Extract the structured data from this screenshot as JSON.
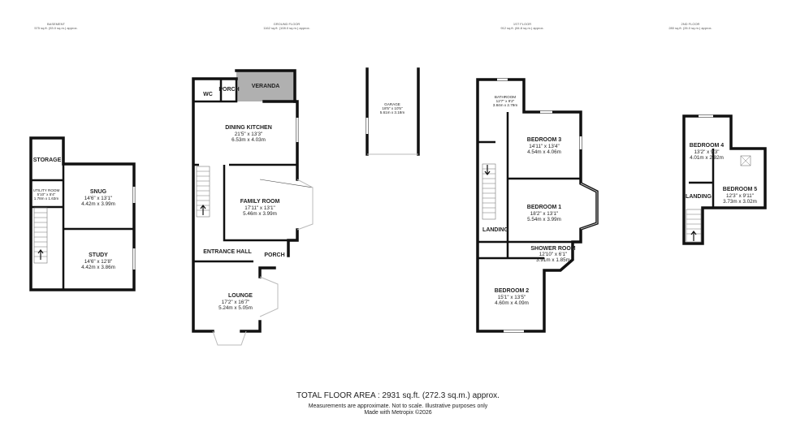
{
  "floors": {
    "basement": {
      "title": "BASEMENT",
      "area": "575 sq.ft. (53.0 sq.m.) approx."
    },
    "ground": {
      "title": "GROUND FLOOR",
      "area": "1162 sq.ft. (108.0 sq.m.) approx."
    },
    "first": {
      "title": "1ST FLOOR",
      "area": "912 sq.ft. (84.8 sq.m.) approx."
    },
    "second": {
      "title": "2ND FLOOR",
      "area": "280 sq.ft. (26.0 sq.m.) approx."
    }
  },
  "rooms": {
    "storage": {
      "name": "STORAGE"
    },
    "utility": {
      "name": "UTILITY ROOM",
      "imp": "5'10\" x 5'4\"",
      "met": "1.78m x 1.63m"
    },
    "snug": {
      "name": "SNUG",
      "imp": "14'6\" x 13'1\"",
      "met": "4.42m x 3.99m"
    },
    "study": {
      "name": "STUDY",
      "imp": "14'6\" x 12'8\"",
      "met": "4.42m x 3.86m"
    },
    "wc": {
      "name": "WC"
    },
    "porch_back": {
      "name": "PORCH"
    },
    "veranda": {
      "name": "VERANDA"
    },
    "dining": {
      "name": "DINING KITCHEN",
      "imp": "21'5\" x 13'3\"",
      "met": "6.53m x 4.03m"
    },
    "family": {
      "name": "FAMILY ROOM",
      "imp": "17'11\" x 13'1\"",
      "met": "5.46m x 3.99m"
    },
    "hall": {
      "name": "ENTRANCE HALL"
    },
    "porch_front": {
      "name": "PORCH"
    },
    "lounge": {
      "name": "LOUNGE",
      "imp": "17'2\" x 16'7\"",
      "met": "5.24m x 5.05m"
    },
    "garage": {
      "name": "GARAGE",
      "imp": "18'5\" x 10'5\"",
      "met": "5.61m x 3.18m"
    },
    "bathroom": {
      "name": "BATHROOM",
      "imp": "12'7\" x 9'2\"",
      "met": "3.84m x 2.79m"
    },
    "bed3": {
      "name": "BEDROOM 3",
      "imp": "14'11\" x 13'4\"",
      "met": "4.54m x 4.06m"
    },
    "bed1": {
      "name": "BEDROOM 1",
      "imp": "18'2\" x 13'1\"",
      "met": "5.54m x 3.99m"
    },
    "landing1": {
      "name": "LANDING"
    },
    "shower": {
      "name": "SHOWER ROOM",
      "imp": "12'10\" x 6'1\"",
      "met": "3.91m x 1.85m"
    },
    "bed2": {
      "name": "BEDROOM 2",
      "imp": "15'1\" x 13'5\"",
      "met": "4.60m x 4.09m"
    },
    "bed4": {
      "name": "BEDROOM 4",
      "imp": "13'2\" x 9'3\"",
      "met": "4.01m x 2.82m"
    },
    "landing2": {
      "name": "LANDING"
    },
    "bed5": {
      "name": "BEDROOM 5",
      "imp": "12'3\" x 9'11\"",
      "met": "3.73m x 3.02m"
    }
  },
  "stairs_label": "UP",
  "footer": {
    "total": "TOTAL FLOOR AREA : 2931 sq.ft. (272.3 sq.m.) approx.",
    "disclaimer": "Measurements are approximate.  Not to scale.  Illustrative purposes only",
    "made_with": "Made with Metropix ©2026"
  },
  "colors": {
    "veranda": "#b0b0b0",
    "walls": "#111111"
  }
}
